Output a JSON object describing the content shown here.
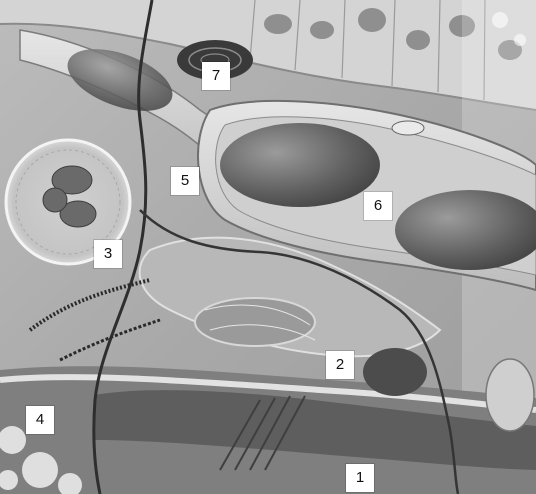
{
  "labels": {
    "one": "1",
    "two": "2",
    "three": "3",
    "four": "4",
    "five": "5",
    "six": "6",
    "seven": "7"
  }
}
